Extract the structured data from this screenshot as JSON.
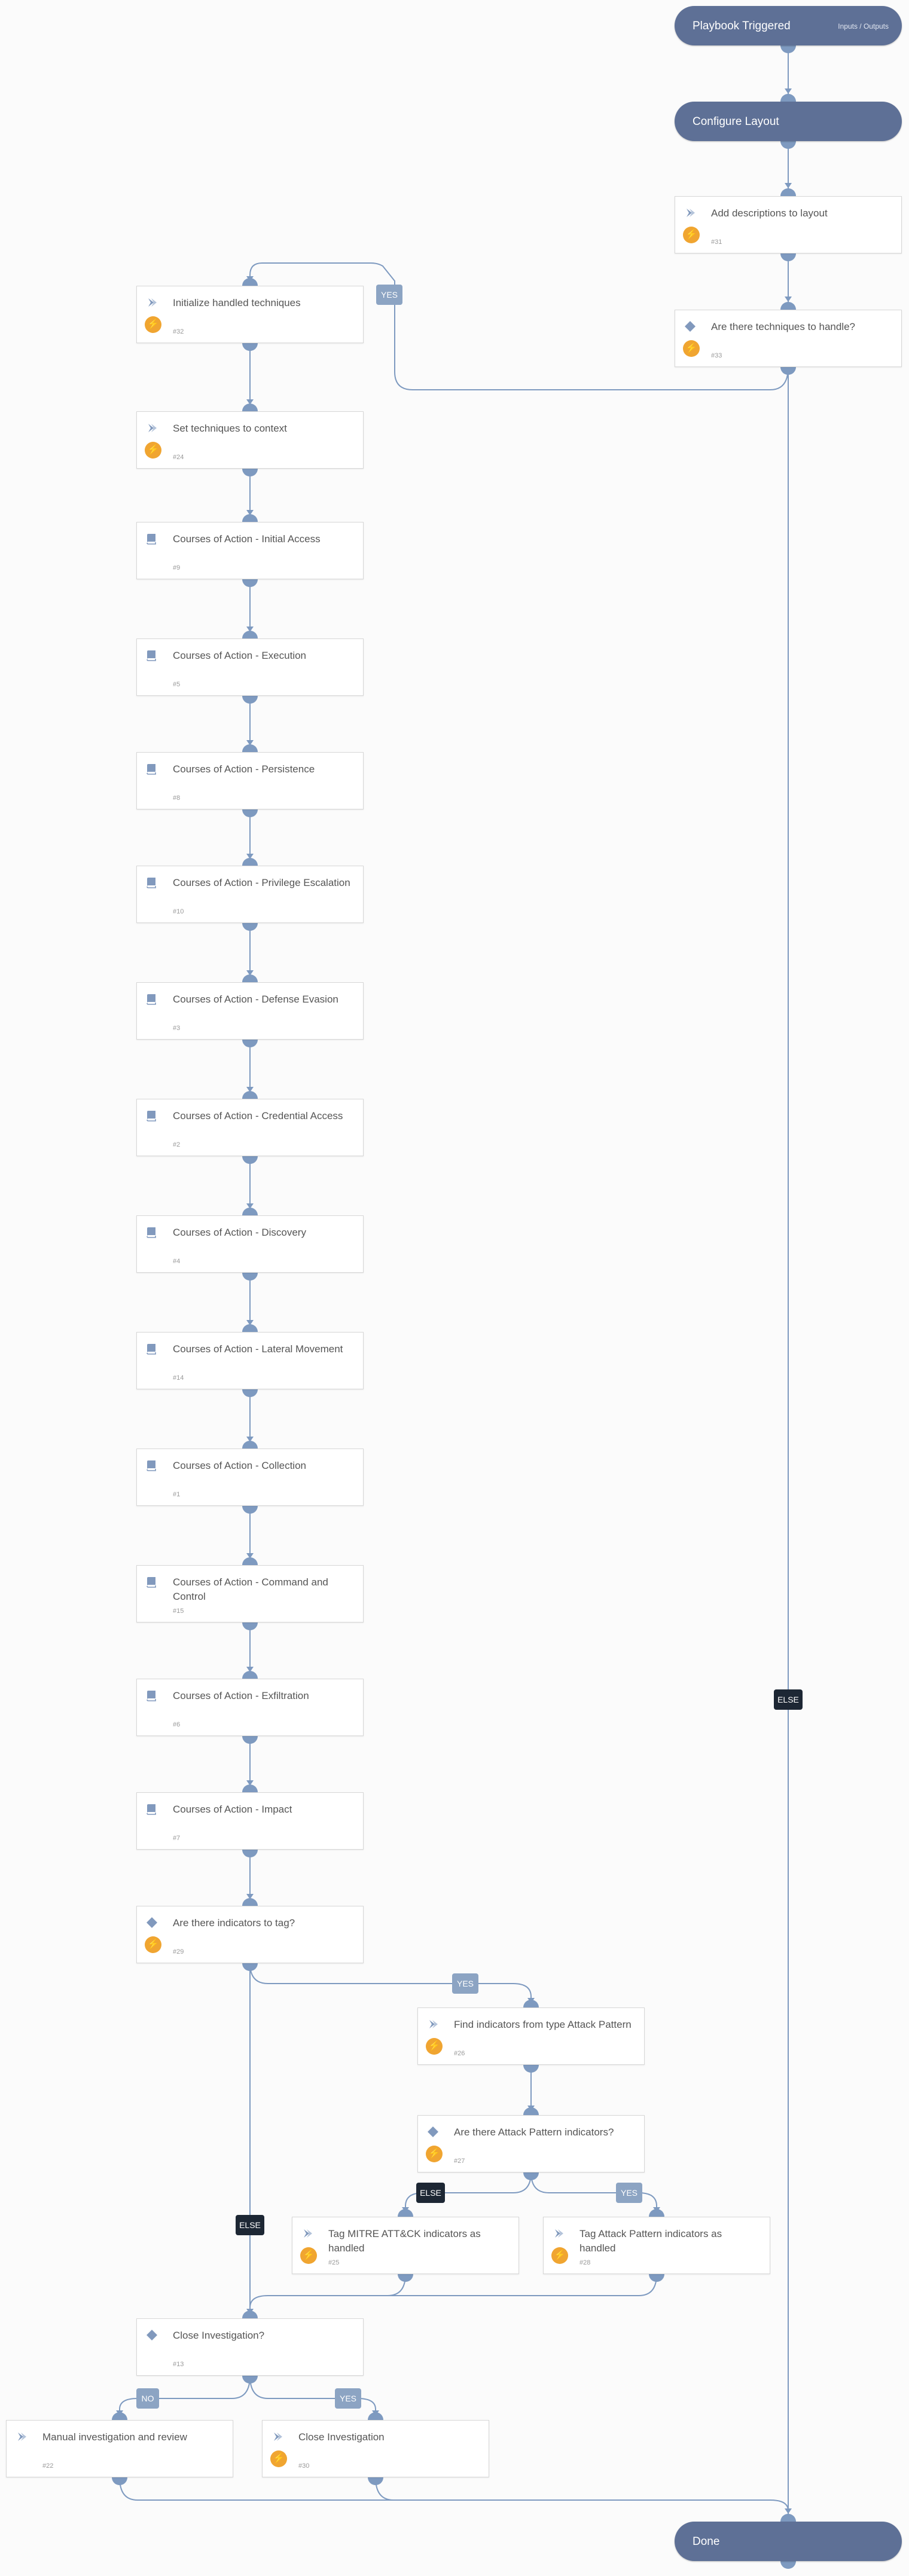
{
  "start": {
    "title": "Playbook Triggered",
    "link": "Inputs / Outputs"
  },
  "end": {
    "title": "Done"
  },
  "configure_layout": {
    "title": "Configure Layout"
  },
  "tasks": [
    {
      "key": "t31",
      "title": "Add descriptions to layout",
      "number": "#31",
      "kind": "regular"
    },
    {
      "key": "t33",
      "title": "Are there techniques to handle?",
      "number": "#33",
      "kind": "condition"
    },
    {
      "key": "t32",
      "title": "Initialize handled techniques",
      "number": "#32",
      "kind": "regular"
    },
    {
      "key": "t24",
      "title": "Set techniques to context",
      "number": "#24",
      "kind": "regular"
    },
    {
      "key": "t9",
      "title": "Courses of Action - Initial Access",
      "number": "#9",
      "kind": "playbook"
    },
    {
      "key": "t5",
      "title": "Courses of Action - Execution",
      "number": "#5",
      "kind": "playbook"
    },
    {
      "key": "t8",
      "title": "Courses of Action - Persistence",
      "number": "#8",
      "kind": "playbook"
    },
    {
      "key": "t10",
      "title": "Courses of Action - Privilege Escalation",
      "number": "#10",
      "kind": "playbook"
    },
    {
      "key": "t3",
      "title": "Courses of Action - Defense Evasion",
      "number": "#3",
      "kind": "playbook"
    },
    {
      "key": "t2",
      "title": "Courses of Action - Credential Access",
      "number": "#2",
      "kind": "playbook"
    },
    {
      "key": "t4",
      "title": "Courses of Action - Discovery",
      "number": "#4",
      "kind": "playbook"
    },
    {
      "key": "t14",
      "title": "Courses of Action - Lateral Movement",
      "number": "#14",
      "kind": "playbook"
    },
    {
      "key": "t1",
      "title": "Courses of Action - Collection",
      "number": "#1",
      "kind": "playbook"
    },
    {
      "key": "t15",
      "title": "Courses of Action - Command and Control",
      "number": "#15",
      "kind": "playbook"
    },
    {
      "key": "t6",
      "title": "Courses of Action - Exfiltration",
      "number": "#6",
      "kind": "playbook"
    },
    {
      "key": "t7",
      "title": "Courses of Action - Impact",
      "number": "#7",
      "kind": "playbook"
    },
    {
      "key": "t29",
      "title": "Are there indicators to tag?",
      "number": "#29",
      "kind": "condition"
    },
    {
      "key": "t26",
      "title": "Find indicators from type Attack Pattern",
      "number": "#26",
      "kind": "regular"
    },
    {
      "key": "t27",
      "title": "Are there Attack Pattern indicators?",
      "number": "#27",
      "kind": "condition"
    },
    {
      "key": "t25",
      "title": "Tag MITRE ATT&CK indicators as handled",
      "number": "#25",
      "kind": "regular"
    },
    {
      "key": "t28",
      "title": "Tag Attack Pattern indicators as handled",
      "number": "#28",
      "kind": "regular"
    },
    {
      "key": "t13",
      "title": "Close Investigation?",
      "number": "#13",
      "kind": "manual_condition"
    },
    {
      "key": "t22",
      "title": "Manual investigation and review",
      "number": "#22",
      "kind": "manual"
    },
    {
      "key": "t30",
      "title": "Close Investigation",
      "number": "#30",
      "kind": "regular"
    }
  ],
  "branch_labels": {
    "yes": "YES",
    "no": "NO",
    "else": "ELSE"
  },
  "colors": {
    "pill": "#5e7096",
    "edge": "#7e9ac0",
    "bolt": "#f0a531",
    "else_label": "#1d2734",
    "yes_label": "#8ca4c3"
  }
}
